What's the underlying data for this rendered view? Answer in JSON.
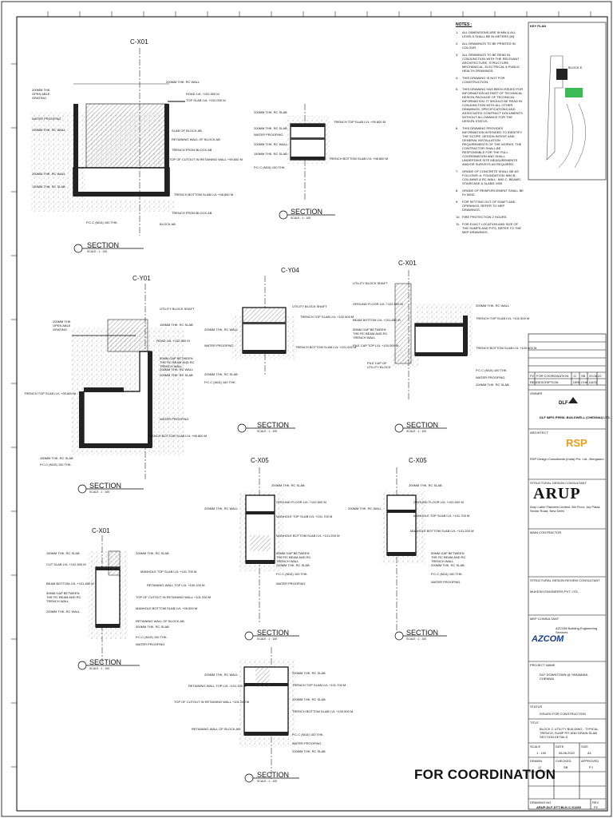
{
  "grid_labels": [
    "C-X01",
    "C-X01",
    "C-Y01",
    "C-Y04",
    "C-X01",
    "C-X05",
    "C-X05"
  ],
  "sections": [
    {
      "title": "SECTION",
      "scale": "SCALE : 1 : 100"
    },
    {
      "title": "SECTION",
      "scale": "SCALE : 1 : 100"
    },
    {
      "title": "SECTION",
      "scale": "SCALE : 1 : 100"
    },
    {
      "title": "SECTION",
      "scale": "SCALE : 1 : 100"
    },
    {
      "title": "SECTION",
      "scale": "SCALE : 1 : 100"
    },
    {
      "title": "SECTION",
      "scale": "SCALE : 1 : 100"
    },
    {
      "title": "SECTION",
      "scale": "SCALE : 1 : 100"
    },
    {
      "title": "SECTION",
      "scale": "SCALE : 1 : 100"
    },
    {
      "title": "SECTION",
      "scale": "SCALE : 1 : 100"
    }
  ],
  "labels": {
    "s1": [
      "200MM THK. OPEN ABLE GRATING",
      "200MM THK. RC WALL",
      "ROAD LVL +102.500 M",
      "TOP SLAB LVL +102.000 M",
      "WATER PROOFING",
      "200MM THK. RC WALL",
      "SLAB OF BLOCK AB",
      "RETAINING WALL OF BLOCK AB",
      "TRENCH FROM BLOCK AB",
      "TOP OF CUTOUT IN RETAINING WALL +99.800 M",
      "200MM THK. RC WALL",
      "150MM THK. RC SLAB",
      "TRENCH BOTTOM SLAB LVL +98.800 M",
      "TRENCH FROM BLOCK AB",
      "P.C.C (M15) 100 THK.",
      "BLOCK AB"
    ],
    "s2": [
      "200MM THK. RC SLAB",
      "TRENCH TOP SLAB LVL +99.800 M",
      "WATER PROOFING",
      "200MM THK. RC WALL",
      "150MM THK. RC SLAB",
      "TRENCH BOTTOM SLAB LVL +98.800 M",
      "P.C.C (M15) 100 THK."
    ],
    "s3": [
      "200MM THK. OPEN ABLE GRATING",
      "UTILITY BLOCK SHAFT",
      "150MM THK. RC SLAB",
      "ROAD LVL +102.500 M",
      "50MM GAP BETWEEN THE RC BEAM AND RC TRENCH WALL",
      "200MM THK. RC WALL",
      "200MM THK. RC SLAB",
      "TRENCH TOP SLAB LVL +99.800 M",
      "WATER PROOFING",
      "TRENCH BOTTOM SLAB LVL +98.800 M",
      "150MM THK. RC SLAB",
      "P.C.C (M15) 100 THK."
    ],
    "s4": [
      "UTILITY BLOCK SHAFT",
      "TRENCH TOP SLAB LVL +102.500 M",
      "200MM THK. RC WALL",
      "WATER PROOFING",
      "TRENCH BOTTOM SLAB LVL +101.000 M",
      "200MM THK. RC SLAB",
      "P.C.C (M15) 100 THK."
    ],
    "s5": [
      "UTILITY BLOCK SHAFT",
      "GROUND FLOOR LVL +102.500 M",
      "BEAM BOTTOM LVL +101.850 M",
      "50MM GAP BETWEEN THE RC BEAM AND RC TRENCH WALL",
      "PILE CAP TOP LVL +100.000 M",
      "PILE CAP OF UTILITY BLOCK",
      "200MM THK. RC WALL",
      "TRENCH TOP SLAB LVL +102.500 M",
      "TRENCH BOTTOM SLAB LVL +100.800 M",
      "P.C.C (M15) 100 THK.",
      "WATER PROOFING",
      "200MM THK. RC SLAB"
    ],
    "s6": [
      "150MM THK. RC SLAB",
      "CUT SLAB LVL +102.500 M",
      "BEAM BOTTOM LVL +101.850 M",
      "50MM GAP BETWEEN THE RC BEAM AND RC TRENCH WALL",
      "200MM THK. RC WALL",
      "200MM THK. RC SLAB",
      "MANHOLE TOP SLAB LVL +101.700 M",
      "RETAINING WALL TOP LVL +100.100 M",
      "TOP OF CUTOUT IN RETAINING WALL +101.200 M",
      "MANHOLE BOTTOM SLAB LVL +99.500 M",
      "RETAINING WALL OF BLOCK AB",
      "200MM THK. RC SLAB",
      "P.C.C (M15) 100 THK.",
      "WATER PROOFING"
    ],
    "s7": [
      "200MM THK. RC SLAB",
      "GROUND FLOOR LVL +102.500 M",
      "200MM THK. RC WALL",
      "MANHOLE TOP SLAB LVL +101.700 M",
      "MANHOLE BOTTOM SLAB LVL +101.200 M",
      "50MM GAP BETWEEN THE RC BEAM AND RC TRENCH WALL",
      "200MM THK. RC SLAB",
      "P.C.C (M15) 100 THK.",
      "WATER PROOFING"
    ],
    "s8": [
      "200MM THK. RC SLAB",
      "GROUND FLOOR LVL +102.500 M",
      "200MM THK. RC WALL",
      "MANHOLE TOP SLAB LVL +101.700 M",
      "MANHOLE BOTTOM SLAB LVL +101.200 M",
      "50MM GAP BETWEEN THE RC BEAM AND RC TRENCH WALL",
      "200MM THK. RC SLAB",
      "P.C.C (M15) 100 THK.",
      "WATER PROOFING"
    ],
    "s9": [
      "200MM THK. RC WALL",
      "RETAINING WALL TOP LVL +101.100 M",
      "TOP OF CUTOUT IN RETAINING WALL +101.200 M",
      "200MM THK. RC SLAB",
      "TRENCH TOP SLAB LVL +101.700 M",
      "RETAINING WALL OF BLOCK AB",
      "200MM THK. RC SLAB",
      "TRENCH BOTTOM SLAB LVL +100.500 M",
      "P.C.C (M15) 100 THK.",
      "WATER PROOFING",
      "200MM THK. RC SLAB"
    ]
  },
  "notes": {
    "title": "NOTES :",
    "items": [
      "ALL DIMENSIONS ARE IN MM & ALL LEVELS SHALL BE IN METERS (M).",
      "ALL DRAWINGS TO BE PRINTED IN COLOUR.",
      "ALL DRAWINGS TO BE READ IN CONJUNCTION WITH THE RELEVANT ARCHITECTURE, STRUCTURE, MECHANICAL, ELECTRICAL & PUBLIC HEALTH DRAWINGS.",
      "THIS DRAWING IS NOT FOR CONSTRUCTION.",
      "THIS DRAWING HAS BEEN ISSUED FOR INFORMATION AS PART OF TECHNICAL DESIGN PACKAGE OF TECHNICAL INFORMATION. IT SHOULD BE READ IN CONJUNCTION WITH ALL OTHER DRAWINGS, SPECIFICATIONS AND ASSOCIATED CONTRACT DOCUMENTS WITHOUT ALLOWANCE FOR THE DESIGN STATUS.",
      "THIS DRAWING PROVIDES INFORMATION INTENDED TO IDENTIFY THE SCOPE, DESIGN INTENT AND GENERAL INSTALLATION REQUIREMENTS OF THE WORKS. THE CONTRACTOR SHALL BE RESPONSIBLE FOR THE FULL COORDINATION AND SHALL UNDERTAKE SITE MEASUREMENTS AND/OR SURVEYS AS REQUIRED.",
      "GRADE OF CONCRETE SHALL BE AS FOLLOWS: A. FOUNDATION: M40  B. COLUMNS & RC WALL: M40  C. BEAMS, STAIRCASE & SLABS: M30",
      "GRADE OF REINFORCEMENT SHALL BE Fe 500D.",
      "FOR SETTING OUT OF SHAFT AND OPENINGS, REFER TO MEP DRAWINGS.",
      "FIRE PROTECTION 2 HOURS.",
      "FOR EXACT LOCATION AND SIZE OF THE SUMPS AND PITS, REFER TO THE MEP DRAWINGS."
    ]
  },
  "key_plan": {
    "title": "KEY PLAN",
    "label": "BLOCK E"
  },
  "title_block": {
    "revisions": [
      {
        "rev": "P2",
        "desc": "FOR COORDINATION",
        "by": "JJ",
        "chk": "SB",
        "date": "20.06.22"
      },
      {
        "rev": "REV",
        "desc": "DESCRIPTION",
        "by": "DRN",
        "chk": "CHK",
        "date": "DATE"
      }
    ],
    "owner_label": "OWNER",
    "owner_name": "DLF IMPS PREM. BUILDWELL (CHENNAI) LTD.",
    "dlf_logo": "DLF",
    "architect_label": "ARCHITECT",
    "rsp_logo": "RSP",
    "architect_text": "RSP Design Consultants (India) Pvt. Ltd., Bengaluru",
    "structural_label": "STRUCTURAL DESIGN CONSULTANT",
    "arup_logo": "ARUP",
    "arup_text": "Arup Lahiri Flanders Limited, 5th Floor, Joy Plaza, Sector Road, New Delhi",
    "main_contractor_label": "MAIN CONTRACTOR",
    "review_label": "STRUCTURAL DESIGN REVIEW CONSULTANT",
    "review_text": "MUKESH ENGINEERS PVT. LTD.",
    "mep_label": "MEP CONSULTANT",
    "azcom_logo": "AZCOM",
    "mep_text": "AZCOM Building Engineering Services",
    "project_label": "PROJECT NAME",
    "project_text": "DLF DOWNTOWN @ TARAMANI, CHENNAI",
    "status_label": "STATUS",
    "status_text": "ISSUED FOR CONSTRUCTION",
    "title_label": "TITLE",
    "title_text": "BLOCK C UTILITY BUILDING - TYPICAL TRENCH, SUMP PIT AND DRAIN SLAB SECTION DETAILS",
    "scale_label": "SCALE",
    "scale_val": "1 : 100",
    "date_label": "DATE",
    "date_val": "08.06.2022",
    "size_label": "SIZE",
    "size_val": "A1",
    "drawn_label": "DRAWN",
    "drawn_val": "JJ",
    "checked_label": "CHECKED",
    "checked_val": "SB",
    "approved_label": "APPROVED",
    "approved_val": "PJ",
    "dwg_label": "DRAWING NO.",
    "dwg_val": "ARUP-DLF-DTT-BLK-C-S1260",
    "rev_label": "REV",
    "rev_val": "P2"
  },
  "stamp": "FOR COORDINATION"
}
